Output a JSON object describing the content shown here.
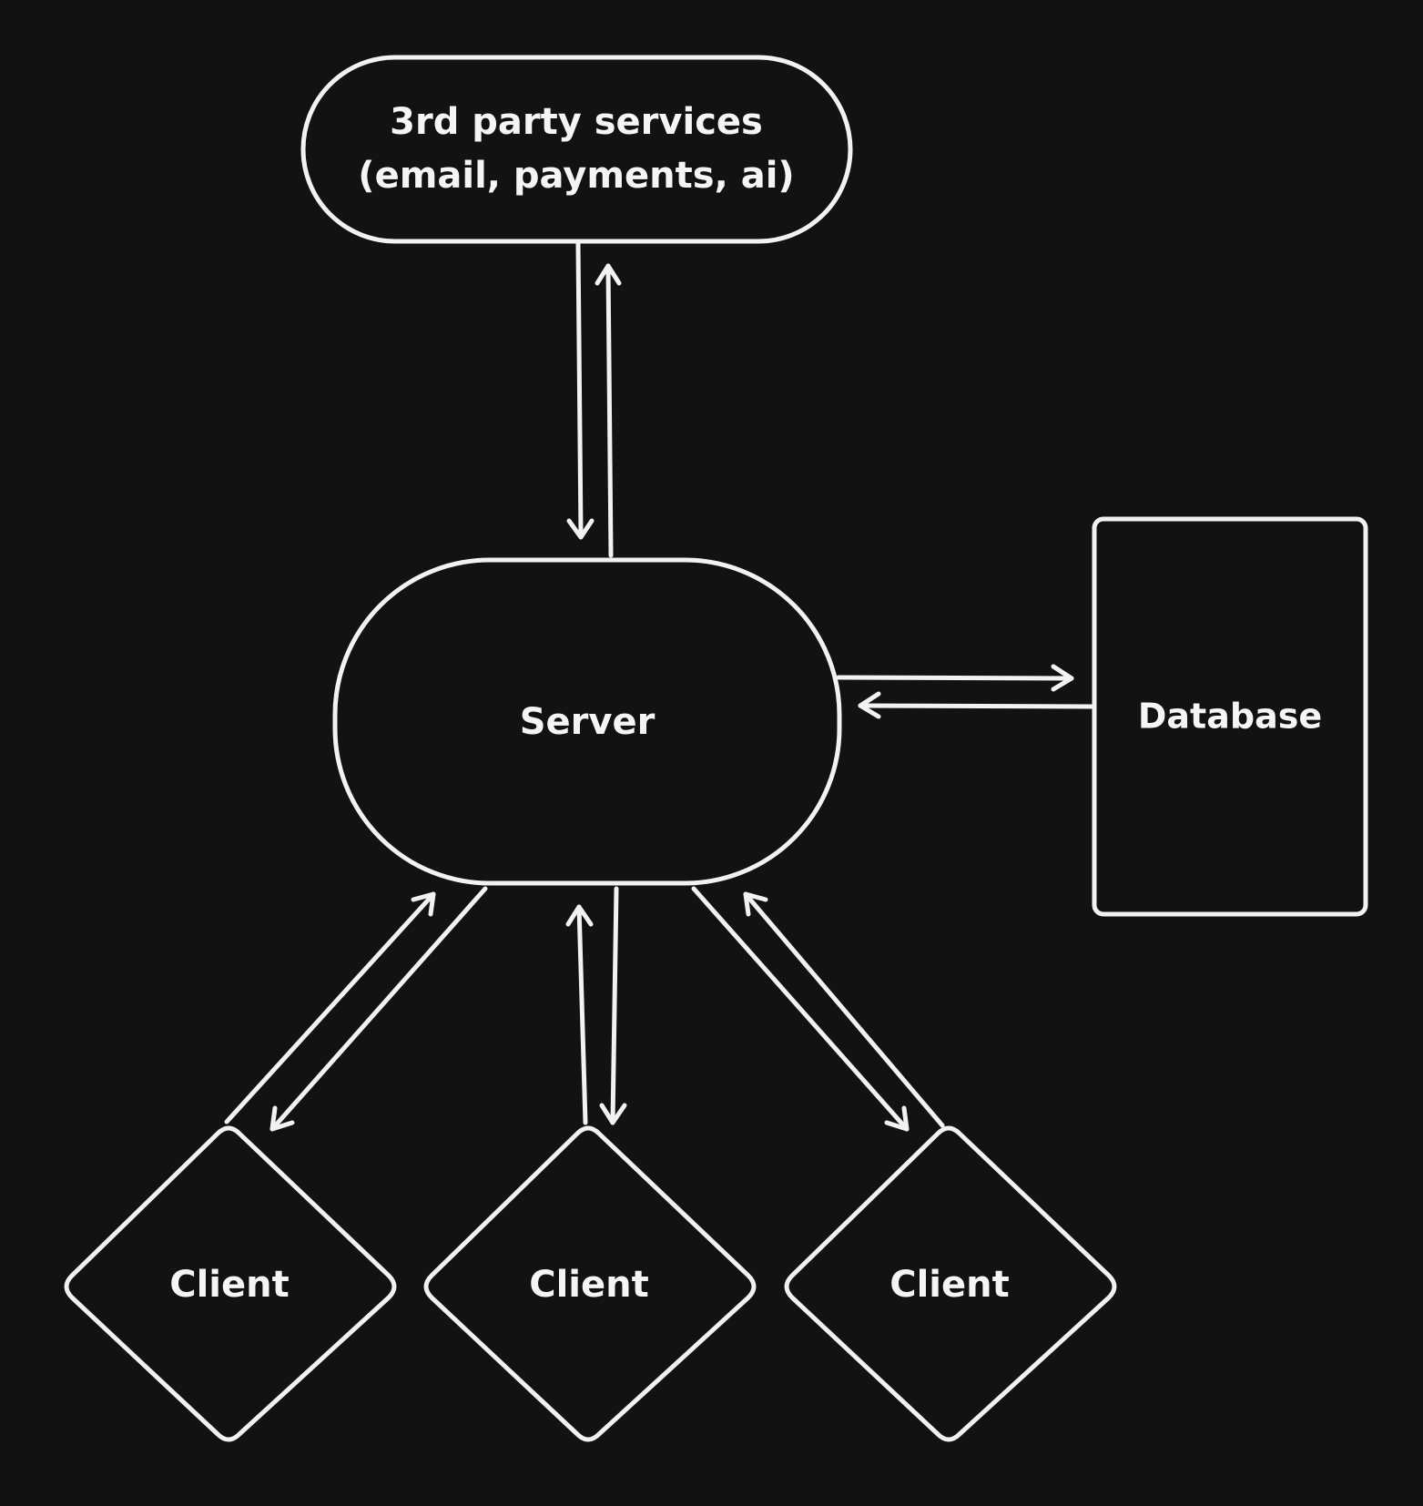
{
  "canvas": {
    "background": "#121212",
    "stroke_color": "#f2f2f2",
    "text_color": "#f5f5f5"
  },
  "nodes": {
    "third_party": {
      "line1": "3rd party services",
      "line2": "(email, payments, ai)"
    },
    "server": {
      "label": "Server"
    },
    "database": {
      "label": "Database"
    },
    "clients": [
      {
        "label": "Client"
      },
      {
        "label": "Client"
      },
      {
        "label": "Client"
      }
    ]
  },
  "edges": [
    {
      "from": "third_party",
      "to": "server"
    },
    {
      "from": "server",
      "to": "third_party"
    },
    {
      "from": "server",
      "to": "database"
    },
    {
      "from": "database",
      "to": "server"
    },
    {
      "from": "server",
      "to": "client_1"
    },
    {
      "from": "client_1",
      "to": "server"
    },
    {
      "from": "server",
      "to": "client_2"
    },
    {
      "from": "client_2",
      "to": "server"
    },
    {
      "from": "server",
      "to": "client_3"
    },
    {
      "from": "client_3",
      "to": "server"
    }
  ]
}
